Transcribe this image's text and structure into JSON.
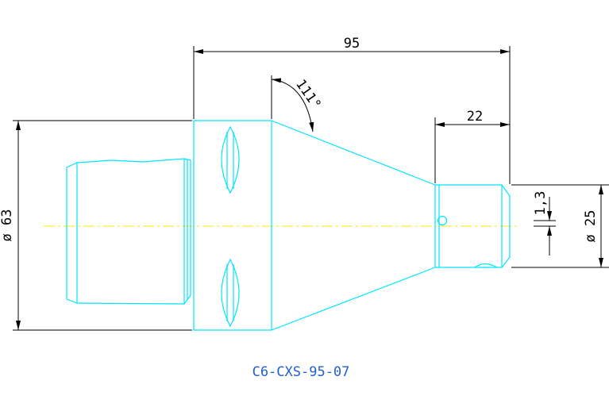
{
  "dimensions": {
    "overall_length": "95",
    "nose_length": "22",
    "angle": "111°",
    "body_diameter": "ø 63",
    "shank_diameter": "ø 25",
    "offset": "1,3"
  },
  "part_number": "C6-CXS-95-07",
  "colors": {
    "part_outline": "#00e5ff",
    "dimension_lines": "#000000",
    "centerline": "#ffe600",
    "part_label": "#1f5fd0"
  }
}
